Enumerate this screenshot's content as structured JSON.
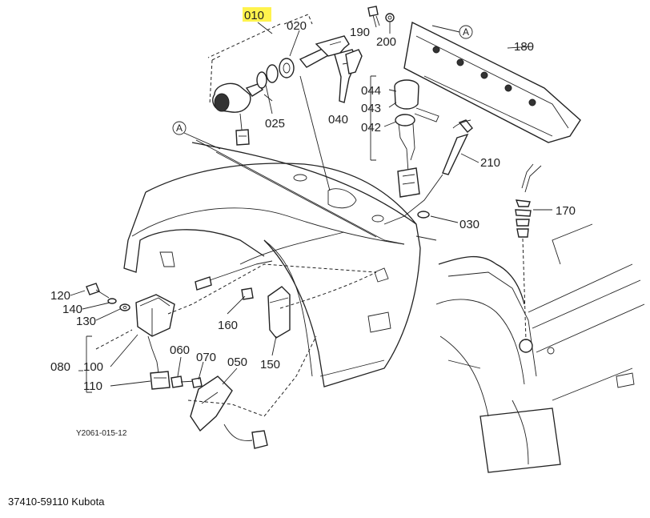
{
  "labels": {
    "p010": "010",
    "p020": "020",
    "p025": "025",
    "p190": "190",
    "p200": "200",
    "p180": "180",
    "p044": "044",
    "p043": "043",
    "p040": "040",
    "p042": "042",
    "p210": "210",
    "p170": "170",
    "p030": "030",
    "p120": "120",
    "p140": "140",
    "p130": "130",
    "p080": "080",
    "p100": "100",
    "p110": "110",
    "p160": "160",
    "p150": "150",
    "p060": "060",
    "p070": "070",
    "p050": "050"
  },
  "markers": {
    "a1": "A",
    "a2": "A"
  },
  "highlight": {
    "part": "010",
    "color": "#fff23a"
  },
  "figure_code": "Y2061-015-12",
  "caption": "37410-59110 Kubota"
}
